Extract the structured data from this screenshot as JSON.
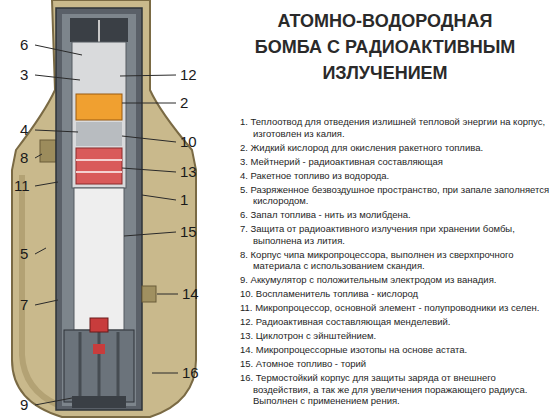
{
  "diagram": {
    "title": "АТОМНО-ВОДОРОДНАЯ БОМБА С РАДИОАКТИВНЫМ ИЗЛУЧЕНИЕМ",
    "labels": [
      "6",
      "3",
      "12",
      "2",
      "4",
      "10",
      "8",
      "13",
      "11",
      "1",
      "15",
      "5",
      "14",
      "7",
      "16",
      "9",
      "1. Теплоотвод для отведения излишней тепловой энергии на корпус, изготовлен из калия.",
      "2. Жидкий кислород для окисления ракетного топлива.",
      "3. Мейтнерий - радиоактивная составляющая",
      "4. Ракетное топливо из водорода.",
      "5. Разряженное безвоздушное пространство, при запале заполняется кислородом.",
      "6. Запал топлива - нить из молибдена.",
      "7. Защита от радиоактивного излучения при хранении бомбы, выполнена из лития.",
      "8. Корпус чипа микропроцессора, выполнен из сверхпрочного материала с использованием скандия.",
      "9. Аккумулятор с положительным электродом из ванадия.",
      "10. Воспламенитель топлива - кислород",
      "11. Микропроцессор, основной элемент - полупроводники из селен.",
      "12. Радиоактивная составляющая менделевий.",
      "13. Циклотрон с эйнштейнием.",
      "14. Микропроцессорные изотопы на основе астата.",
      "15. Атомное топливо - торий",
      "16. Термостойкий корпус для защиты заряда от внешнего воздействия, а так же для увеличения поражающего радиуса. Выполнен с применением рения."
    ]
  }
}
